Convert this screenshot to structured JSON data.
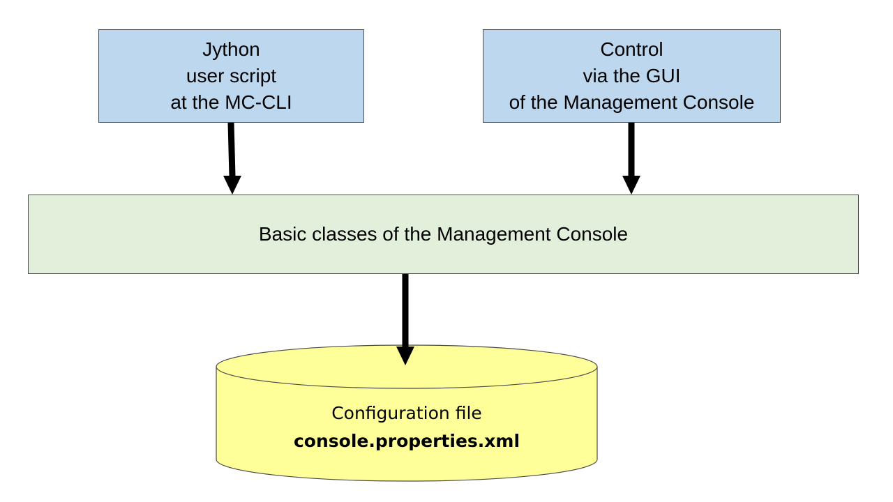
{
  "boxes": {
    "jython": {
      "lines": [
        "Jython",
        "user script",
        "at the MC-CLI"
      ],
      "color": "#bdd7ee"
    },
    "gui": {
      "lines": [
        "Control",
        "via the GUI",
        "of the Management Console"
      ],
      "color": "#bdd7ee"
    },
    "basic": {
      "label": "Basic classes of the Management Console",
      "color": "#e2efda"
    }
  },
  "storage": {
    "line1": "Configuration file",
    "line2": "console.properties.xml",
    "color": "#ffff99"
  }
}
